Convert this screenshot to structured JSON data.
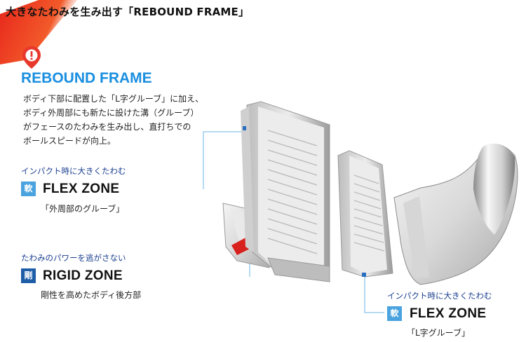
{
  "page_title": "大きなたわみを生み出す「REBOUND FRAME」",
  "headline": "REBOUND FRAME",
  "description": [
    "ボディ下部に配置した「L字グルーブ」に加え、",
    "ボディ外周部にも新たに設けた溝（グルーブ）",
    "がフェースのたわみを生み出し、直打ちでの",
    "ボールスピードが向上。"
  ],
  "zones": {
    "flex_outer": {
      "caption": "インパクト時に大きくたわむ",
      "badge": "軟",
      "name": "FLEX ZONE",
      "sub": "「外周部のグルーブ」"
    },
    "rigid": {
      "caption": "たわみのパワーを逃がさない",
      "badge": "剛",
      "name": "RIGID ZONE",
      "sub": "剛性を高めたボディ後方部"
    },
    "flex_l": {
      "caption": "インパクト時に大きくたわむ",
      "badge": "軟",
      "name": "FLEX ZONE",
      "sub": "「L字グルーブ」"
    }
  },
  "colors": {
    "accent_blue": "#1a8fe0",
    "badge_light": "#4aa3df",
    "badge_dark": "#1e5ea8",
    "alert_red": "#e8382b",
    "arrow_red": "#d8201c"
  },
  "icons": [
    "alert-pin-icon",
    "arrow-icon"
  ]
}
